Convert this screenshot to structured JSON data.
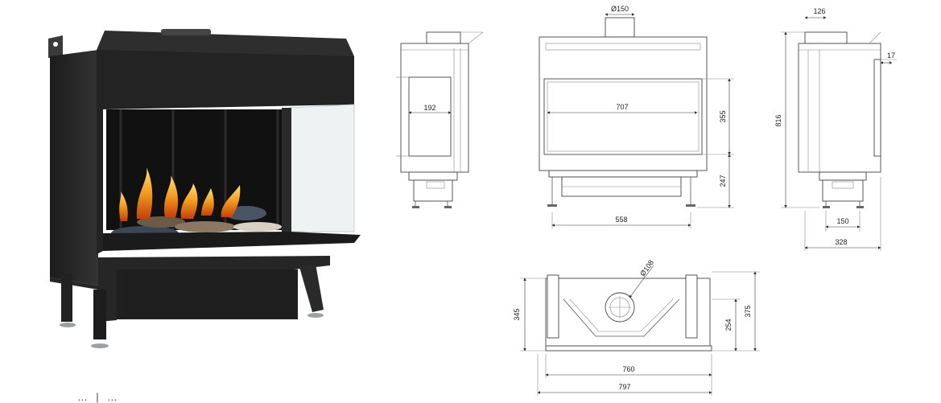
{
  "colors": {
    "body": "#2a2a2a",
    "body_dark": "#1a1a1a",
    "glass": "#e9eef0",
    "flame": "#f39a1e",
    "line": "#555555"
  },
  "drawings": {
    "side_left": {
      "width_label": "192"
    },
    "front": {
      "flue_label": "Ø150",
      "opening_width": "707",
      "opening_height": "355",
      "base_height": "247",
      "feet_width": "558"
    },
    "side_right": {
      "top_label": "126",
      "lip_label": "17",
      "total_height": "816",
      "feet_label": "150",
      "depth": "328"
    },
    "plan": {
      "flue_label": "Ø108",
      "inner_width": "760",
      "outer_width": "797",
      "left_depth": "345",
      "right_depth": "254",
      "total_depth": "375"
    }
  },
  "caption": "…  |  …"
}
